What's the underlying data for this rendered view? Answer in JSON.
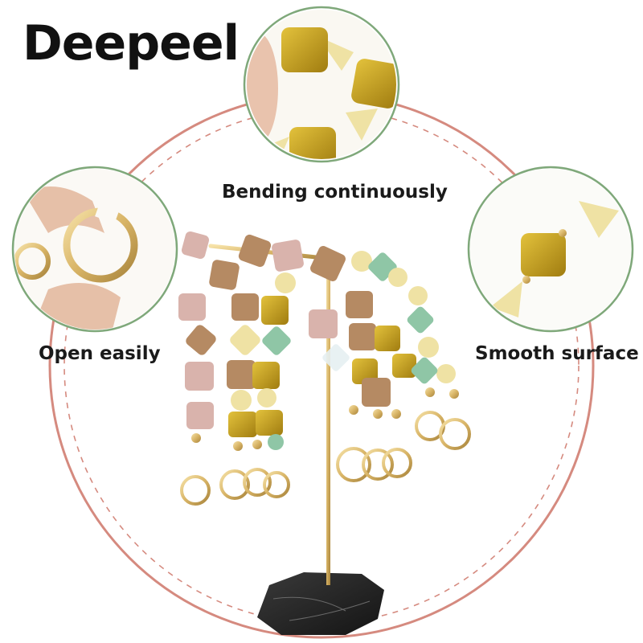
{
  "brand": {
    "name": "Deepeel"
  },
  "callouts": {
    "top": "Bending continuously",
    "left": "Open easily",
    "right": "Smooth surface"
  },
  "colors": {
    "ring_accent": "#d58a7f",
    "mustard_bead": "#c9a21c",
    "pink_bead": "#d9b3ac",
    "tan_bead": "#b58a63",
    "green_bead": "#8fc6a6",
    "cream_bead": "#efe2a4",
    "gold_metal": "#d8b466",
    "marble_base": "#2b2b2b"
  }
}
